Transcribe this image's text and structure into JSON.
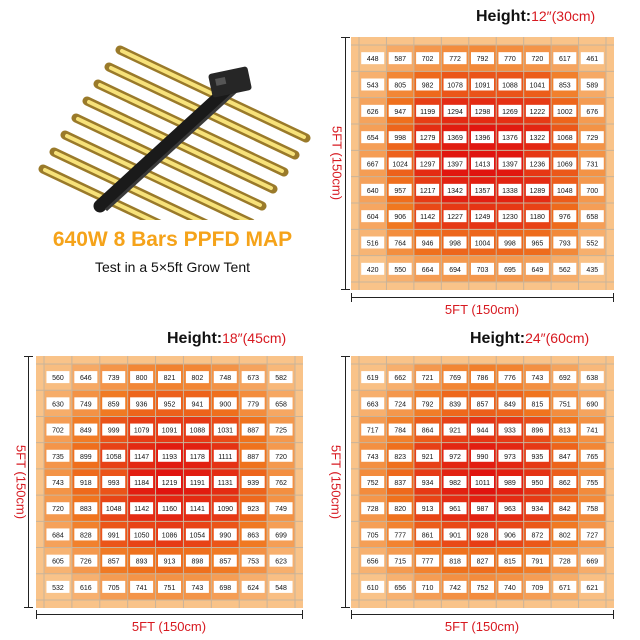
{
  "header": {
    "title": "640W 8 Bars PPFD MAP",
    "subtitle": "Test in a 5×5ft Grow Tent"
  },
  "colors": {
    "title": "#f5a31a",
    "accent_red": "#d71920",
    "low": "#f9c389",
    "mid": "#f0761e",
    "high": "#e0140f"
  },
  "maps": [
    {
      "height_label": "Height:",
      "height_value": "12″(30cm)",
      "side_label": "5FT (150cm)",
      "bottom_label": "5FT (150cm)"
    },
    {
      "height_label": "Height:",
      "height_value": "18″(45cm)",
      "side_label": "5FT (150cm)",
      "bottom_label": "5FT (150cm)"
    },
    {
      "height_label": "Height:",
      "height_value": "24″(60cm)",
      "side_label": "5FT (150cm)",
      "bottom_label": "5FT (150cm)"
    }
  ],
  "chart_data": [
    {
      "type": "heatmap",
      "title": "Height:12″(30cm)",
      "xlabel": "5FT (150cm)",
      "ylabel": "5FT (150cm)",
      "values": [
        [
          448,
          587,
          702,
          772,
          792,
          770,
          720,
          617,
          461
        ],
        [
          543,
          805,
          982,
          1078,
          1091,
          1088,
          1041,
          853,
          589
        ],
        [
          626,
          947,
          1199,
          1294,
          1298,
          1269,
          1222,
          1002,
          676
        ],
        [
          654,
          998,
          1279,
          1369,
          1396,
          1376,
          1322,
          1068,
          729
        ],
        [
          667,
          1024,
          1297,
          1397,
          1413,
          1397,
          1236,
          1069,
          731
        ],
        [
          640,
          957,
          1217,
          1342,
          1357,
          1338,
          1289,
          1048,
          700
        ],
        [
          604,
          906,
          1142,
          1227,
          1249,
          1230,
          1180,
          976,
          658
        ],
        [
          516,
          764,
          946,
          998,
          1004,
          998,
          965,
          793,
          552
        ],
        [
          420,
          550,
          664,
          694,
          703,
          695,
          649,
          562,
          435
        ]
      ]
    },
    {
      "type": "heatmap",
      "title": "Height:18″(45cm)",
      "xlabel": "5FT (150cm)",
      "ylabel": "5FT (150cm)",
      "values": [
        [
          560,
          646,
          739,
          800,
          821,
          802,
          748,
          673,
          582
        ],
        [
          630,
          749,
          859,
          936,
          952,
          941,
          900,
          779,
          658
        ],
        [
          702,
          849,
          999,
          1079,
          1091,
          1088,
          1031,
          887,
          725
        ],
        [
          735,
          899,
          1058,
          1147,
          1193,
          1178,
          1111,
          887,
          720
        ],
        [
          743,
          918,
          993,
          1184,
          1219,
          1191,
          1131,
          939,
          762
        ],
        [
          720,
          883,
          1048,
          1142,
          1160,
          1141,
          1090,
          923,
          749
        ],
        [
          684,
          828,
          991,
          1050,
          1086,
          1054,
          990,
          863,
          699
        ],
        [
          605,
          726,
          857,
          893,
          913,
          898,
          857,
          753,
          623
        ],
        [
          532,
          616,
          705,
          741,
          751,
          743,
          698,
          624,
          548
        ]
      ]
    },
    {
      "type": "heatmap",
      "title": "Height:24″(60cm)",
      "xlabel": "5FT (150cm)",
      "ylabel": "5FT (150cm)",
      "values": [
        [
          619,
          662,
          721,
          769,
          786,
          776,
          743,
          692,
          638
        ],
        [
          663,
          724,
          792,
          839,
          857,
          849,
          815,
          751,
          690
        ],
        [
          717,
          784,
          864,
          921,
          944,
          933,
          896,
          813,
          741
        ],
        [
          743,
          823,
          921,
          972,
          990,
          973,
          935,
          847,
          765
        ],
        [
          752,
          837,
          934,
          982,
          1011,
          989,
          950,
          862,
          755
        ],
        [
          728,
          820,
          913,
          961,
          987,
          963,
          934,
          842,
          758
        ],
        [
          705,
          777,
          861,
          901,
          928,
          906,
          872,
          802,
          727
        ],
        [
          656,
          715,
          777,
          818,
          827,
          815,
          791,
          728,
          669
        ],
        [
          610,
          656,
          710,
          742,
          752,
          740,
          709,
          671,
          621
        ]
      ]
    }
  ]
}
